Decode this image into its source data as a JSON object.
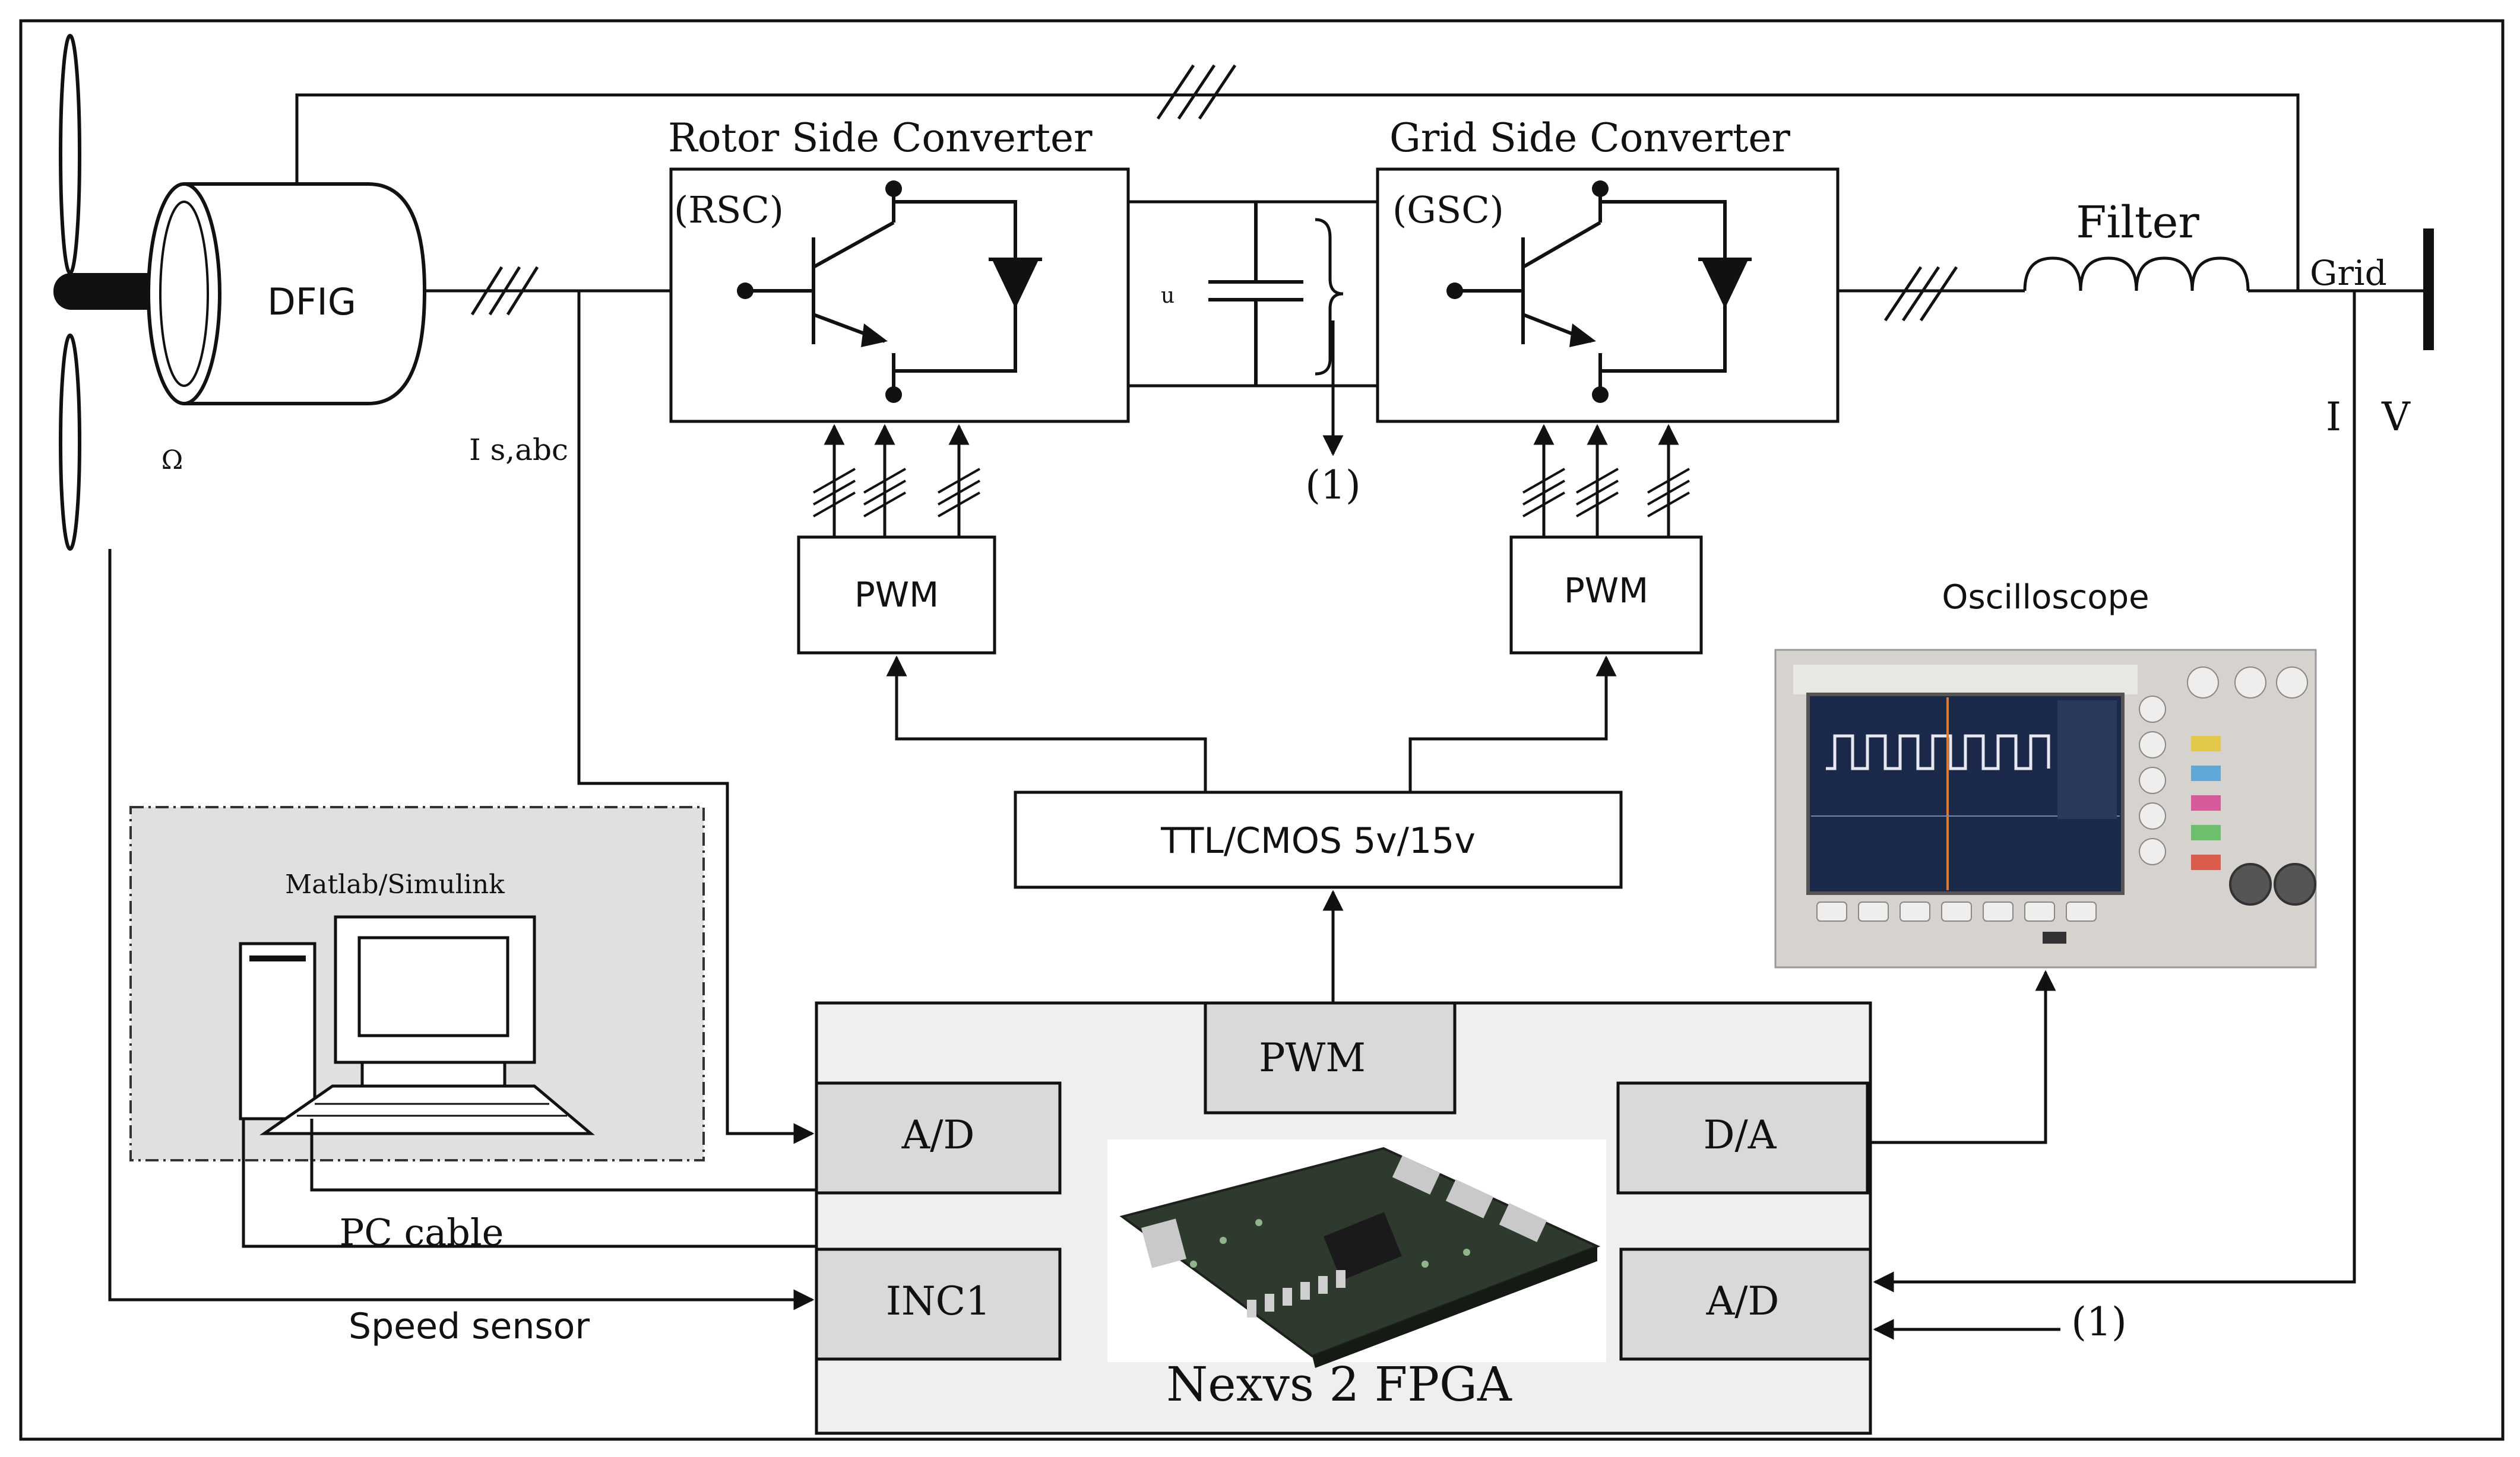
{
  "blocks": {
    "dfig": "DFIG",
    "rsc_title": "Rotor Side Converter",
    "rsc_tag": "(RSC)",
    "gsc_title": "Grid Side Converter",
    "gsc_tag": "(GSC)",
    "pwm_left": "PWM",
    "pwm_right": "PWM",
    "ttl": "TTL/CMOS 5v/15v",
    "filter": "Filter",
    "grid": "Grid",
    "oscilloscope": "Oscilloscope",
    "matlab": "Matlab/Simulink",
    "fpga_pwm": "PWM",
    "fpga_ad_left": "A/D",
    "fpga_inc": "INC1",
    "fpga_da": "D/A",
    "fpga_ad_right": "A/D",
    "fpga_name": "Nexvs 2 FPGA"
  },
  "labels": {
    "omega": "Ω",
    "isabc": "I s,abc",
    "dc_label": "u",
    "dc_out": "(1)",
    "dc_in": "(1)",
    "current": "I",
    "voltage": "V",
    "pc_cable": "PC cable",
    "speed_sensor": "Speed sensor"
  },
  "colors": {
    "line": "#111111",
    "fpga_fill": "#efefef",
    "module_fill": "#d9d9d9",
    "pc_panel_fill": "#e0e0e0",
    "scope_body": "#d6d3cf",
    "scope_screen": "#1b2a4a",
    "board_pcb": "#2f3a2e"
  },
  "icons": [
    "wind-turbine-icon",
    "igbt-icon",
    "diode-icon",
    "capacitor-icon",
    "inductor-icon",
    "computer-icon",
    "oscilloscope-icon",
    "fpga-board-icon"
  ]
}
